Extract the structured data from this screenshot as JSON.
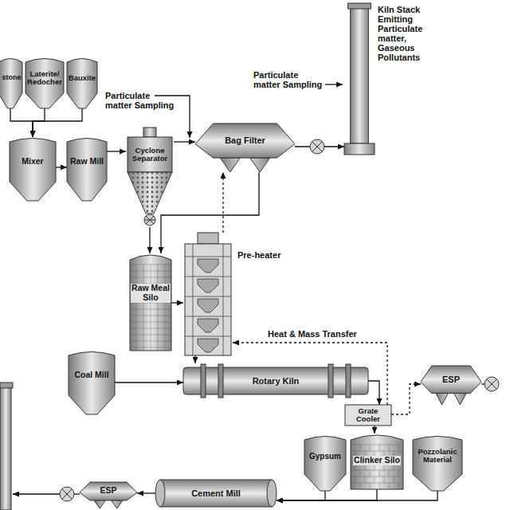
{
  "diagram": {
    "nodes": [
      {
        "text": [
          "stone"
        ]
      },
      {
        "text": [
          "Laterite/ Redocher"
        ]
      },
      {
        "text": [
          "Bauxite"
        ]
      },
      {
        "text": [
          "Mixer"
        ]
      },
      {
        "text": [
          "Raw Mill"
        ]
      },
      {
        "text": [
          "Cyclone Separator"
        ]
      },
      {
        "text": [
          "Bag Filter"
        ]
      },
      {
        "text": [
          "Kiln Stack Emitting Particulate matter, Gaseous Pollutants"
        ]
      },
      {
        "text": [
          "Raw Meal Silo"
        ]
      },
      {
        "text": [
          "Pre-heater"
        ]
      },
      {
        "text": [
          "Coal Mill"
        ]
      },
      {
        "text": [
          "Rotary Kiln"
        ]
      },
      {
        "text": [
          "Grate Cooler"
        ]
      },
      {
        "text": [
          "ESP"
        ]
      },
      {
        "text": [
          "Gypsum"
        ]
      },
      {
        "text": [
          "Clinker Silo"
        ]
      },
      {
        "text": [
          "Pozzolanic Material"
        ]
      },
      {
        "text": [
          "Cement Mill"
        ]
      },
      {
        "text": [
          "ESP"
        ]
      }
    ],
    "edges": [
      {
        "from": 0,
        "to": 3,
        "arrow": "to"
      },
      {
        "from": 1,
        "to": 3,
        "arrow": "to"
      },
      {
        "from": 2,
        "to": 3,
        "arrow": "to"
      },
      {
        "from": 3,
        "to": 4,
        "arrow": "to"
      },
      {
        "from": 4,
        "to": 5,
        "arrow": "to"
      },
      {
        "from": 5,
        "to": 6,
        "arrow": "to"
      },
      {
        "from": 6,
        "to": 7,
        "arrow": "to"
      },
      {
        "from": 5,
        "to": 8,
        "arrow": "to"
      },
      {
        "from": 6,
        "to": 8,
        "arrow": "to"
      },
      {
        "from": 8,
        "to": 9,
        "arrow": "to"
      },
      {
        "from": 9,
        "to": 6,
        "arrow": "to"
      },
      {
        "from": 9,
        "to": 11,
        "arrow": "to"
      },
      {
        "from": 10,
        "to": 11,
        "arrow": "to"
      },
      {
        "from": 11,
        "to": 12,
        "arrow": "to"
      },
      {
        "from": 12,
        "to": 13,
        "arrow": "to"
      },
      {
        "from": 12,
        "to": 9,
        "label": "Heat & Mass Transfer",
        "arrow": "to"
      },
      {
        "from": 12,
        "to": 15,
        "arrow": "to"
      },
      {
        "from": 14,
        "to": 17,
        "arrow": "to"
      },
      {
        "from": 15,
        "to": 17,
        "arrow": "to"
      },
      {
        "from": 16,
        "to": 17,
        "arrow": "to"
      },
      {
        "from": 17,
        "to": 18,
        "arrow": "to"
      }
    ],
    "labels": [
      "Particulate matter Sampling",
      "Particulate matter Sampling"
    ]
  }
}
